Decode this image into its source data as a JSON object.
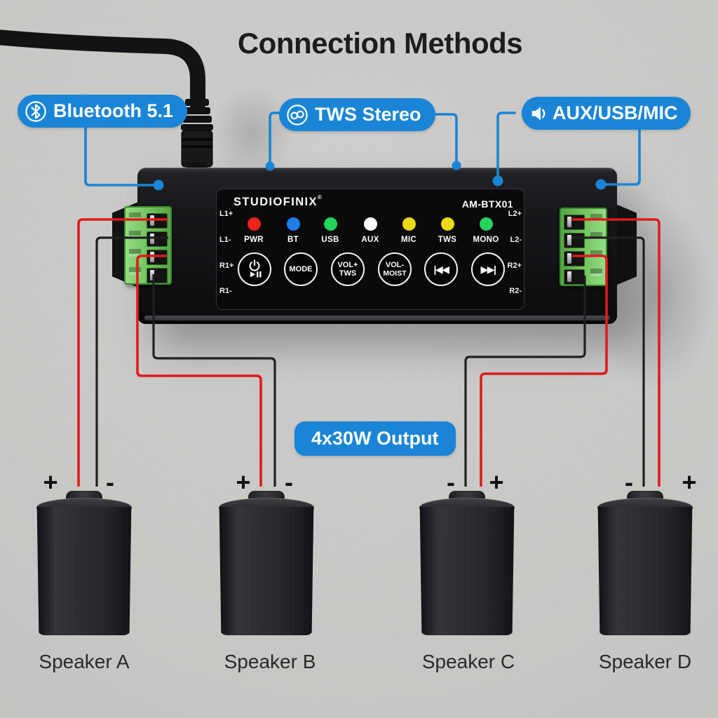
{
  "title": "Connection Methods",
  "callouts": {
    "bluetooth": {
      "label": "Bluetooth 5.1",
      "icon": "bluetooth-icon"
    },
    "tws": {
      "label": "TWS Stereo",
      "icon": "infinity-icon"
    },
    "aux": {
      "label": "AUX/USB/MIC",
      "icon": "speaker-icon"
    },
    "output": {
      "label": "4x30W Output"
    }
  },
  "device": {
    "brand": "STUDIOFINIX",
    "reg_mark": "®",
    "model": "AM-BTX01",
    "leds": [
      {
        "label": "PWR",
        "color": "#f02318"
      },
      {
        "label": "BT",
        "color": "#1d7ee9"
      },
      {
        "label": "USB",
        "color": "#23d35c"
      },
      {
        "label": "AUX",
        "color": "#ffffff"
      },
      {
        "label": "MIC",
        "color": "#ecd918"
      },
      {
        "label": "TWS",
        "color": "#ecd918"
      },
      {
        "label": "MONO",
        "color": "#23d35c"
      }
    ],
    "buttons": {
      "mode": "MODE",
      "vol_up_top": "VOL+",
      "vol_up_bottom": "TWS",
      "vol_down_top": "VOL-",
      "vol_down_bottom": "MOIST",
      "prev_glyph": "|◀◀",
      "next_glyph": "▶▶|"
    },
    "terminal_left_labels": [
      "L1+",
      "L1-",
      "R1+",
      "R1-"
    ],
    "terminal_right_labels": [
      "L2+",
      "L2-",
      "R2+",
      "R2-"
    ]
  },
  "speakers": [
    {
      "label": "Speaker A",
      "left_polarity": "+",
      "right_polarity": "-"
    },
    {
      "label": "Speaker B",
      "left_polarity": "+",
      "right_polarity": "-"
    },
    {
      "label": "Speaker C",
      "left_polarity": "-",
      "right_polarity": "+"
    },
    {
      "label": "Speaker D",
      "left_polarity": "-",
      "right_polarity": "+"
    }
  ],
  "colors": {
    "accent_blue": "#1a85d6",
    "wire_red": "#df1b1b",
    "wire_black": "#202022",
    "terminal_green": "#6fc05c"
  }
}
